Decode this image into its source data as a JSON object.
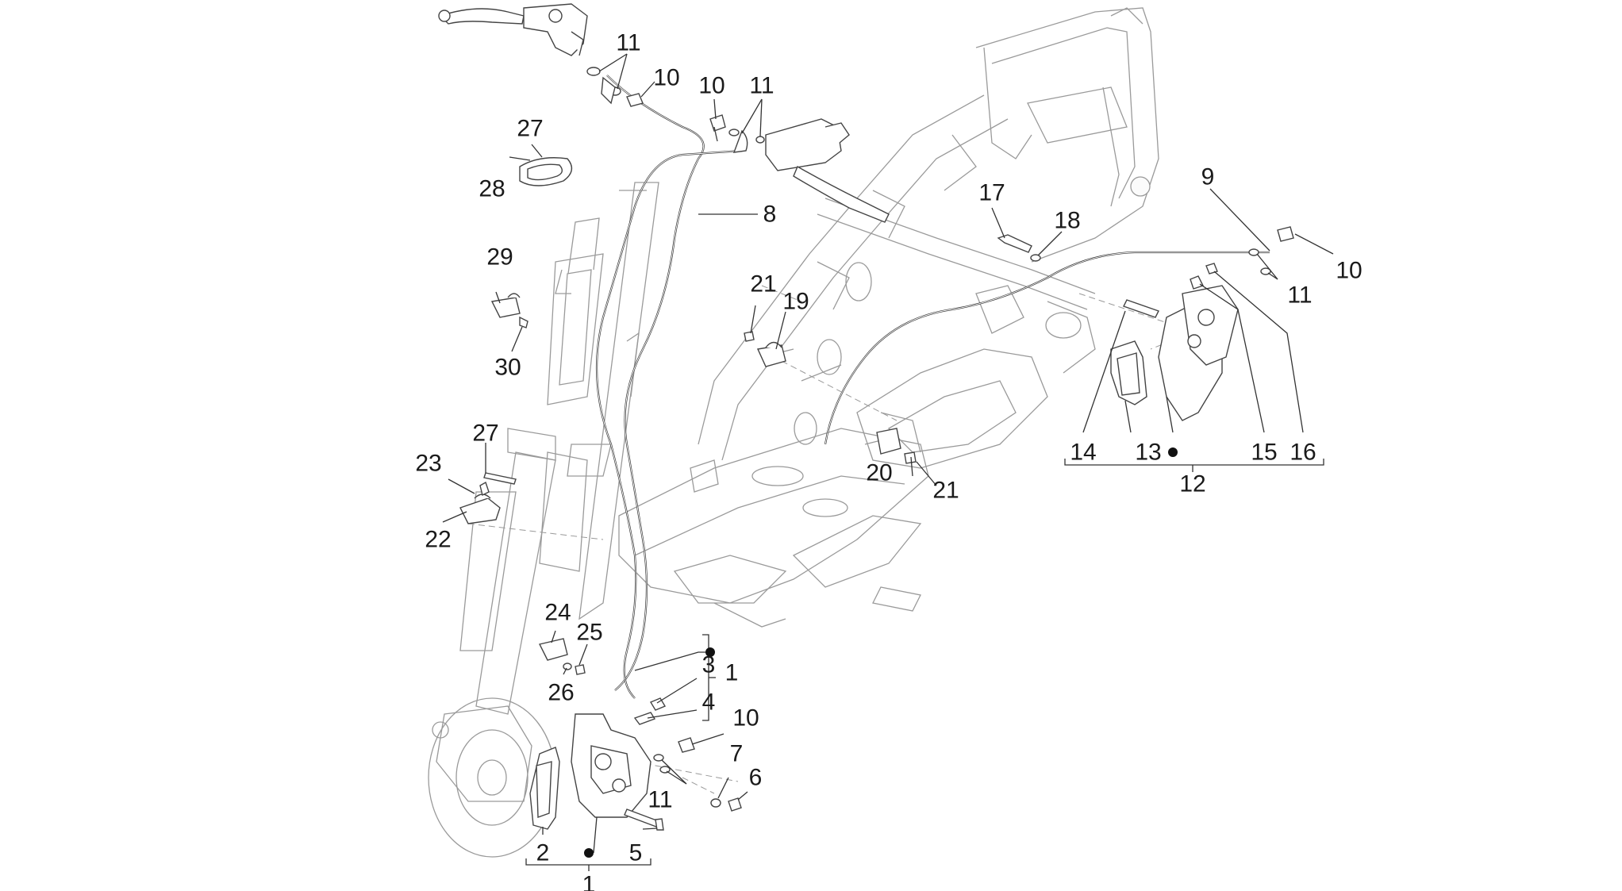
{
  "diagram": {
    "callouts": {
      "c1_top": "1",
      "c1_bottom": "1",
      "c2": "2",
      "c3": "3",
      "c4": "4",
      "c5": "5",
      "c6": "6",
      "c7": "7",
      "c8": "8",
      "c9": "9",
      "c10_top_left": "10",
      "c10_top_mid": "10",
      "c10_right": "10",
      "c10_bottom": "10",
      "c11_top_left": "11",
      "c11_top_mid": "11",
      "c11_right": "11",
      "c11_bottom": "11",
      "c12": "12",
      "c13": "13",
      "c14": "14",
      "c15": "15",
      "c16": "16",
      "c17": "17",
      "c18": "18",
      "c19": "19",
      "c20": "20",
      "c21_mid": "21",
      "c21_lower": "21",
      "c22": "22",
      "c23": "23",
      "c24": "24",
      "c25": "25",
      "c26": "26",
      "c27_top": "27",
      "c27_lower": "27",
      "c28": "28",
      "c29": "29",
      "c30": "30"
    },
    "colors": {
      "line": "#333333",
      "frame": "#9a9a9a",
      "hose": "#2e2e2e",
      "text": "#1a1a1a"
    }
  }
}
